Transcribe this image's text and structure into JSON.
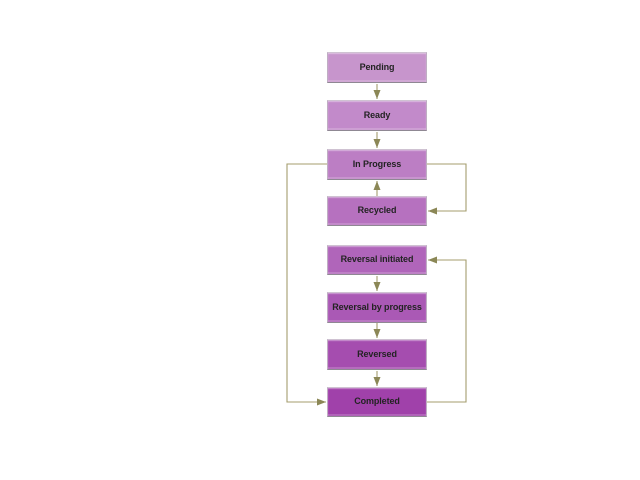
{
  "diagram": {
    "type": "flowchart",
    "connector_color": "#a49d6e",
    "arrowhead_color": "#8b8756",
    "nodes": [
      {
        "id": "pending",
        "label": "Pending",
        "fill": "#c795cc"
      },
      {
        "id": "ready",
        "label": "Ready",
        "fill": "#c28aca"
      },
      {
        "id": "in-progress",
        "label": "In Progress",
        "fill": "#bc7ec4"
      },
      {
        "id": "recycled",
        "label": "Recycled",
        "fill": "#b671bf"
      },
      {
        "id": "reversal-initiated",
        "label": "Reversal initiated",
        "fill": "#b065ba"
      },
      {
        "id": "reversal-by-progress",
        "label": "Reversal by progress",
        "fill": "#aa59b5"
      },
      {
        "id": "reversed",
        "label": "Reversed",
        "fill": "#a54daf"
      },
      {
        "id": "completed",
        "label": "Completed",
        "fill": "#a041aa"
      }
    ],
    "edges": [
      {
        "from": "Pending",
        "to": "Ready"
      },
      {
        "from": "Ready",
        "to": "In Progress"
      },
      {
        "from": "Recycled",
        "to": "In Progress"
      },
      {
        "from": "In Progress",
        "to": "Recycled"
      },
      {
        "from": "Reversal initiated",
        "to": "Reversal by progress"
      },
      {
        "from": "Reversal by progress",
        "to": "Reversed"
      },
      {
        "from": "Reversed",
        "to": "Completed"
      },
      {
        "from": "In Progress",
        "to": "Completed"
      },
      {
        "from": "Completed",
        "to": "Reversal initiated"
      }
    ]
  }
}
